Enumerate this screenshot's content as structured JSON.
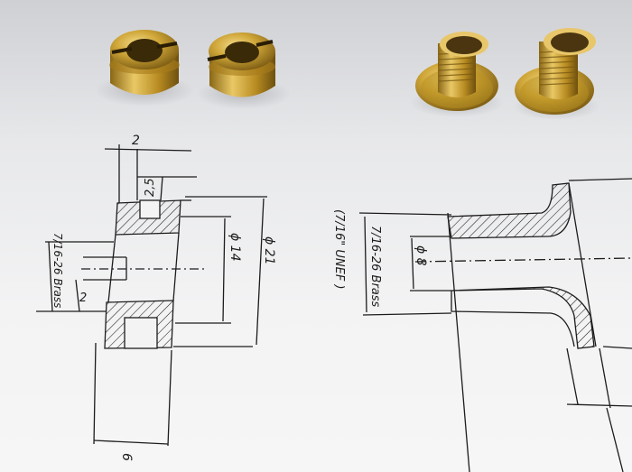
{
  "scene": {
    "description_free": true,
    "paper_color": "#f3f3f4",
    "ink_color": "#1c1c1c",
    "brass_color": "#c9a227"
  },
  "left_drawing": {
    "dim_top_width": "2",
    "dim_top_offset": "2,5",
    "dim_thread": "7/16-26 Brass",
    "dim_inner_small": "2",
    "dim_bore": "ϕ 14",
    "dim_outer": "ϕ 21",
    "dim_length": "6"
  },
  "right_drawing": {
    "dim_thread": "7/16-26 Brass",
    "dim_unef": "(7/16\" UNEF )",
    "dim_bore": "ϕ 8"
  }
}
